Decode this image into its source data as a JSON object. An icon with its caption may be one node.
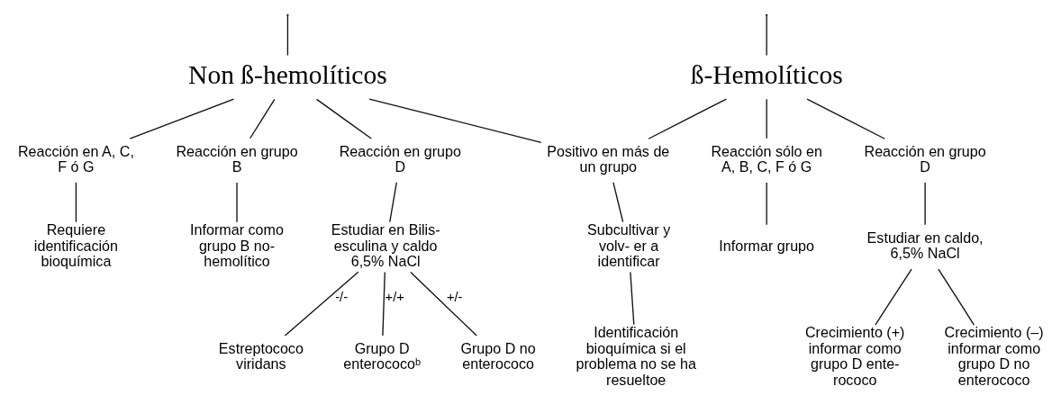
{
  "diagram": {
    "nodes": [
      {
        "text": [
          "ß-Hemolíticos"
        ]
      },
      {
        "text": [
          "Non ß-hemolíticos"
        ]
      },
      {
        "text": [
          "Reacción sólo en A, B, C, F ó G"
        ]
      },
      {
        "text": [
          "Reacción en grupo D"
        ]
      },
      {
        "text": [
          "Positivo en más de un grupo"
        ]
      },
      {
        "text": [
          "Reacción en grupo B"
        ]
      },
      {
        "text": [
          "Reacción en grupo D"
        ]
      },
      {
        "text": [
          "Reacción en A, C, F ó G"
        ]
      },
      {
        "text": [
          "Informar grupo"
        ]
      },
      {
        "text": [
          "Estudiar en caldo, 6,5% NaCl"
        ]
      },
      {
        "text": [
          "Subcultivar y volv- er a identificar"
        ]
      },
      {
        "text": [
          "Informar como grupo B no-hemolítico"
        ]
      },
      {
        "text": [
          "Estudiar en Bilis-esculina y caldo 6,5% NaCl"
        ]
      },
      {
        "text": [
          "Requiere identificación bioquímica"
        ]
      },
      {
        "text": [
          "Crecimiento (+) informar como grupo D ente- rococo"
        ]
      },
      {
        "text": [
          "Crecimiento (–) informar como grupo D no enterococo"
        ]
      },
      {
        "text": [
          "Identificación bioquímica si el problema no se ha resueltoe"
        ]
      },
      {
        "text": [
          "Grupo D enterococoᵇ"
        ]
      },
      {
        "text": [
          "Grupo D no enterococo"
        ]
      },
      {
        "text": [
          "Estreptococo viridans"
        ]
      }
    ],
    "edges": [
      {
        "from": null,
        "to": 0,
        "arrow": "none"
      },
      {
        "from": null,
        "to": 1,
        "arrow": "none"
      },
      {
        "from": 0,
        "to": 2,
        "arrow": "none"
      },
      {
        "from": 0,
        "to": 3,
        "arrow": "none"
      },
      {
        "from": 0,
        "to": 4,
        "arrow": "none"
      },
      {
        "from": 1,
        "to": 4,
        "arrow": "none"
      },
      {
        "from": 1,
        "to": 5,
        "arrow": "none"
      },
      {
        "from": 1,
        "to": 6,
        "arrow": "none"
      },
      {
        "from": 1,
        "to": 7,
        "arrow": "none"
      },
      {
        "from": 2,
        "to": 8,
        "arrow": "none"
      },
      {
        "from": 3,
        "to": 9,
        "arrow": "none"
      },
      {
        "from": 4,
        "to": 10,
        "arrow": "none"
      },
      {
        "from": 5,
        "to": 11,
        "arrow": "none"
      },
      {
        "from": 6,
        "to": 12,
        "arrow": "none"
      },
      {
        "from": 7,
        "to": 13,
        "arrow": "none"
      },
      {
        "from": 9,
        "to": 14,
        "arrow": "none"
      },
      {
        "from": 9,
        "to": 15,
        "arrow": "none"
      },
      {
        "from": 10,
        "to": 16,
        "arrow": "none"
      },
      {
        "from": 12,
        "to": 17,
        "label": "+/+",
        "arrow": "none"
      },
      {
        "from": 12,
        "to": 18,
        "label": "+/-",
        "arrow": "none"
      },
      {
        "from": 12,
        "to": 19,
        "label": "-/-",
        "arrow": "none"
      }
    ]
  }
}
